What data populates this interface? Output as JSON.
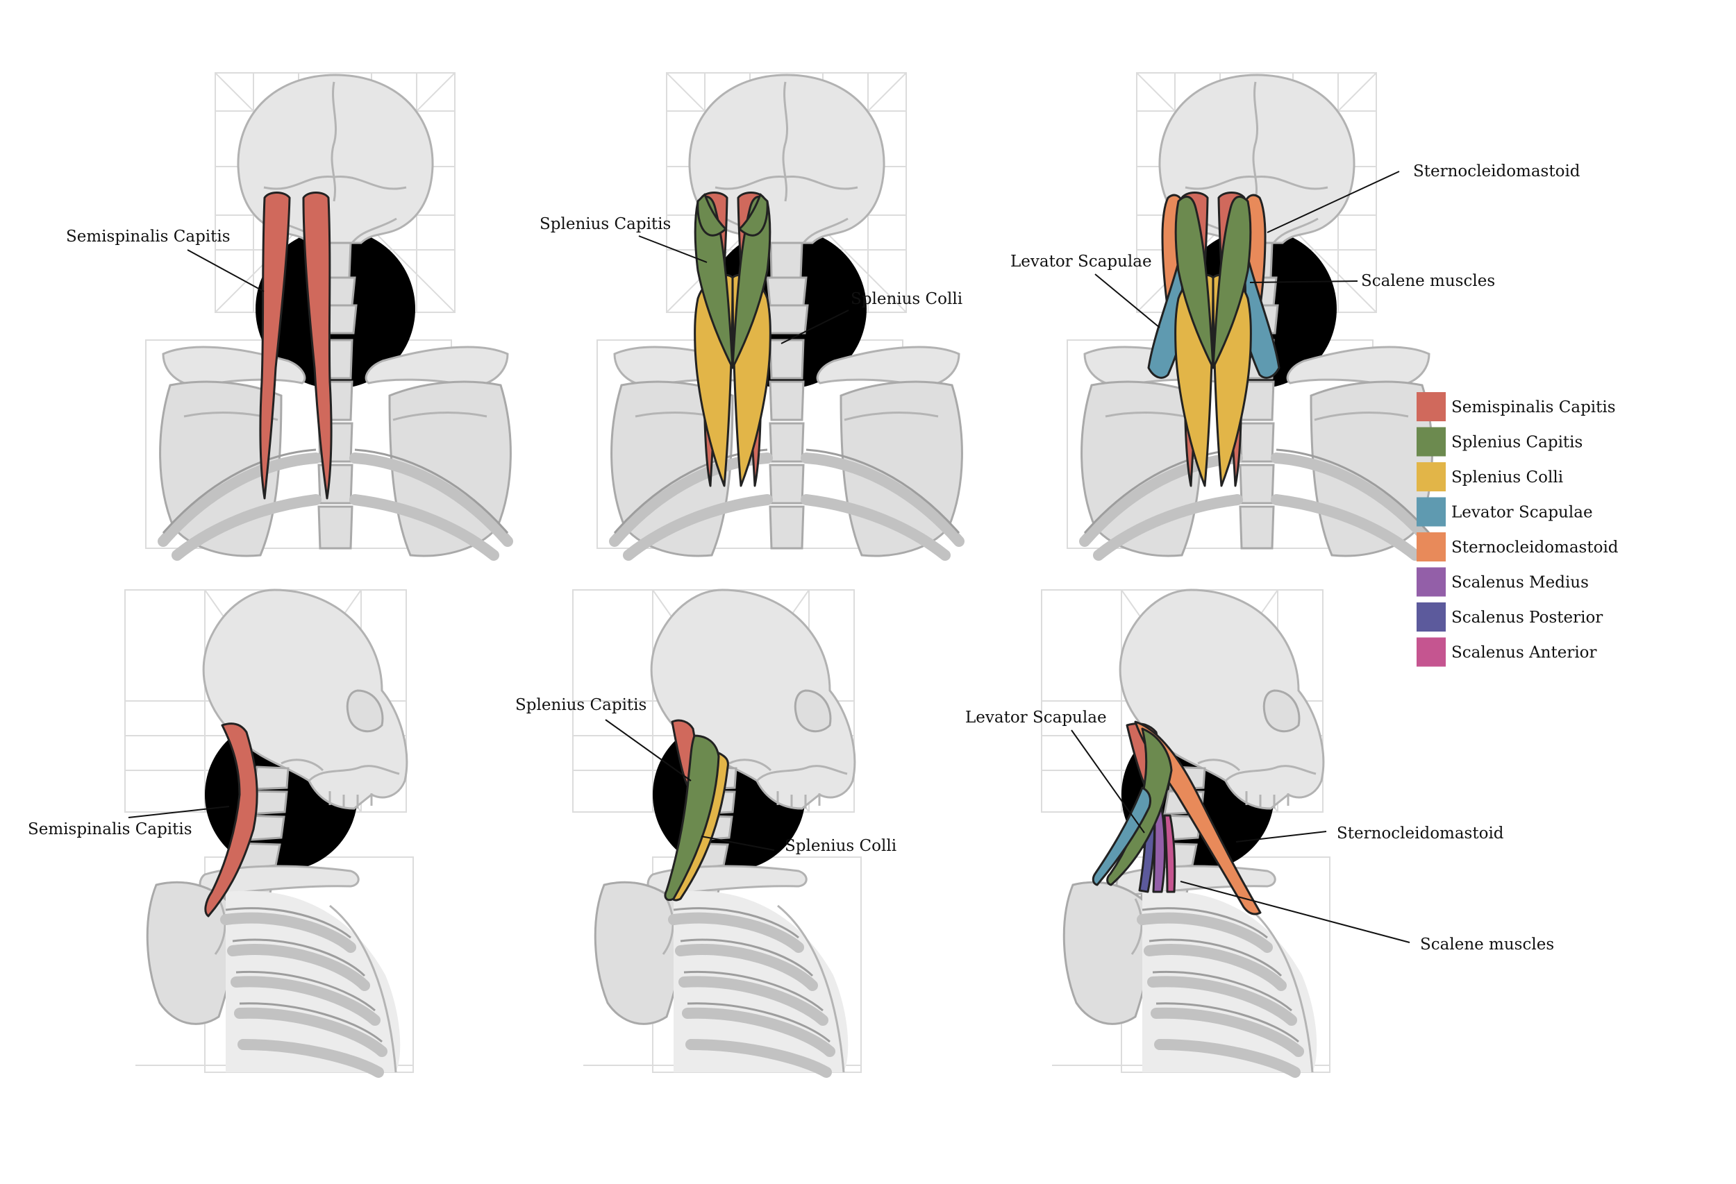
{
  "colors": {
    "semispinalis_capitis": "#d0695c",
    "splenius_capitis": "#6c8a4f",
    "splenius_colli": "#e2b548",
    "levator_scapulae": "#5f9ab0",
    "sternocleidomastoid": "#e88a5a",
    "scalenus_medius": "#935fa8",
    "scalenus_posterior": "#5c5a9c",
    "scalenus_anterior": "#c55590",
    "bone_fill": "#dedede",
    "bone_outline": "#a9a9a9",
    "grid": "#dcdcdc"
  },
  "panels": {
    "back_1": {
      "labels": {
        "semispinalis": "Semispinalis Capitis"
      }
    },
    "back_2": {
      "labels": {
        "splenius_capitis": "Splenius Capitis",
        "splenius_colli": "Splenius Colli"
      }
    },
    "back_3": {
      "labels": {
        "sternocleidomastoid": "Sternocleidomastoid",
        "levator": "Levator Scapulae",
        "scalene": "Scalene muscles"
      }
    },
    "side_1": {
      "labels": {
        "semispinalis": "Semispinalis Capitis"
      }
    },
    "side_2": {
      "labels": {
        "splenius_capitis": "Splenius Capitis",
        "splenius_colli": "Splenius Colli"
      }
    },
    "side_3": {
      "labels": {
        "levator": "Levator Scapulae",
        "sternocleidomastoid": "Sternocleidomastoid",
        "scalene": "Scalene muscles"
      }
    }
  },
  "legend": {
    "items": [
      {
        "label": "Semispinalis Capitis",
        "color": "#d0695c"
      },
      {
        "label": "Splenius Capitis",
        "color": "#6c8a4f"
      },
      {
        "label": "Splenius Colli",
        "color": "#e2b548"
      },
      {
        "label": "Levator Scapulae",
        "color": "#5f9ab0"
      },
      {
        "label": "Sternocleidomastoid",
        "color": "#e88a5a"
      },
      {
        "label": "Scalenus Medius",
        "color": "#935fa8"
      },
      {
        "label": "Scalenus Posterior",
        "color": "#5c5a9c"
      },
      {
        "label": "Scalenus Anterior",
        "color": "#c55590"
      }
    ]
  }
}
